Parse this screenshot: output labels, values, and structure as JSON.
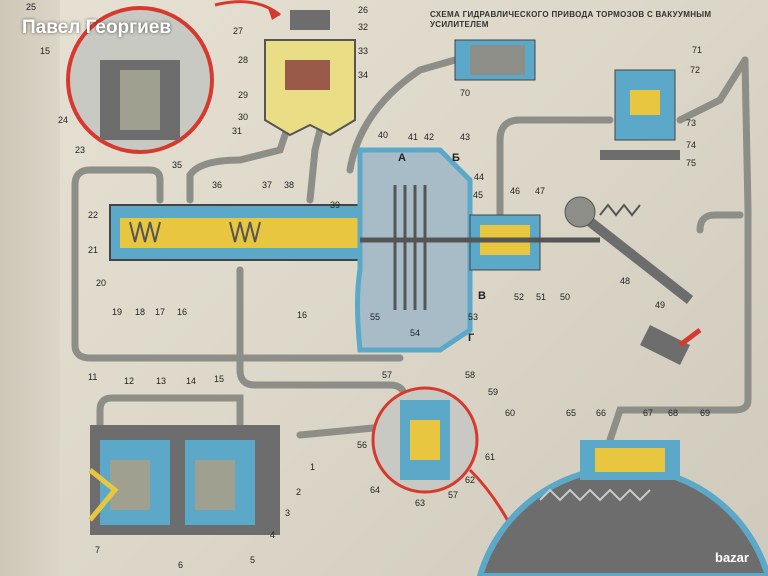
{
  "title": "СХЕМА ГИДРАВЛИЧЕСКОГО ПРИВОДА ТОРМОЗОВ С ВАКУУМНЫМ УСИЛИТЕЛЕМ",
  "watermark": "Павел Георгиев",
  "logo": "bazar",
  "colors": {
    "fluid": "#e8c640",
    "chamber": "#5ba8c8",
    "pipe": "#9a9a94",
    "callout": "#d63a2f",
    "reservoir": "#e9dd86",
    "metal": "#6d6d6d"
  },
  "labels": [
    "26",
    "27",
    "28",
    "29",
    "30",
    "31",
    "32",
    "33",
    "34",
    "25",
    "24",
    "23",
    "15",
    "70",
    "71",
    "72",
    "73",
    "74",
    "75",
    "35",
    "36",
    "37",
    "38",
    "39",
    "40",
    "41",
    "42",
    "43",
    "44",
    "45",
    "46",
    "47",
    "А",
    "Б",
    "В",
    "Г",
    "22",
    "21",
    "20",
    "19",
    "18",
    "17",
    "16",
    "16",
    "55",
    "54",
    "53",
    "52",
    "51",
    "50",
    "48",
    "49",
    "11",
    "12",
    "13",
    "14",
    "15",
    "1",
    "2",
    "3",
    "4",
    "5",
    "6",
    "7",
    "57",
    "58",
    "59",
    "60",
    "61",
    "62",
    "63",
    "64",
    "56",
    "57",
    "65",
    "66",
    "67",
    "68",
    "69"
  ]
}
